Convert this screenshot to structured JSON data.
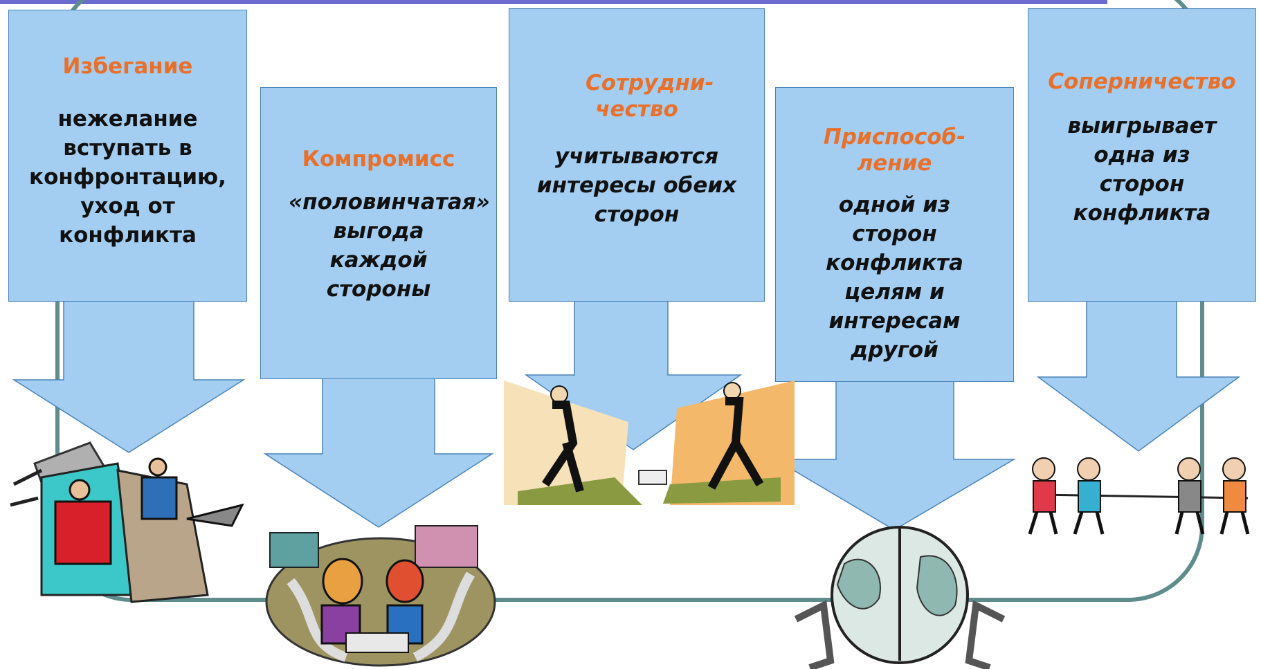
{
  "strategies": [
    {
      "title": "Избегание",
      "description": "нежелание вступать в конфронтацию, уход от конфликта"
    },
    {
      "title": "Компромисс",
      "description": "«половинчатая» выгода каждой стороны"
    },
    {
      "title": "Сотрудни-чество",
      "description": "учитываются интересы обеих сторон"
    },
    {
      "title": "Приспособ-ление",
      "description": "одной из сторон конфликта целям и интересам другой"
    },
    {
      "title": "Соперничество",
      "description": "выигрывает одна из сторон конфликта"
    }
  ],
  "colors": {
    "box_fill": "#a3cef2",
    "box_border": "#4a84b8",
    "title_color": "#e8702a",
    "frame_color": "#5f8c8c"
  }
}
